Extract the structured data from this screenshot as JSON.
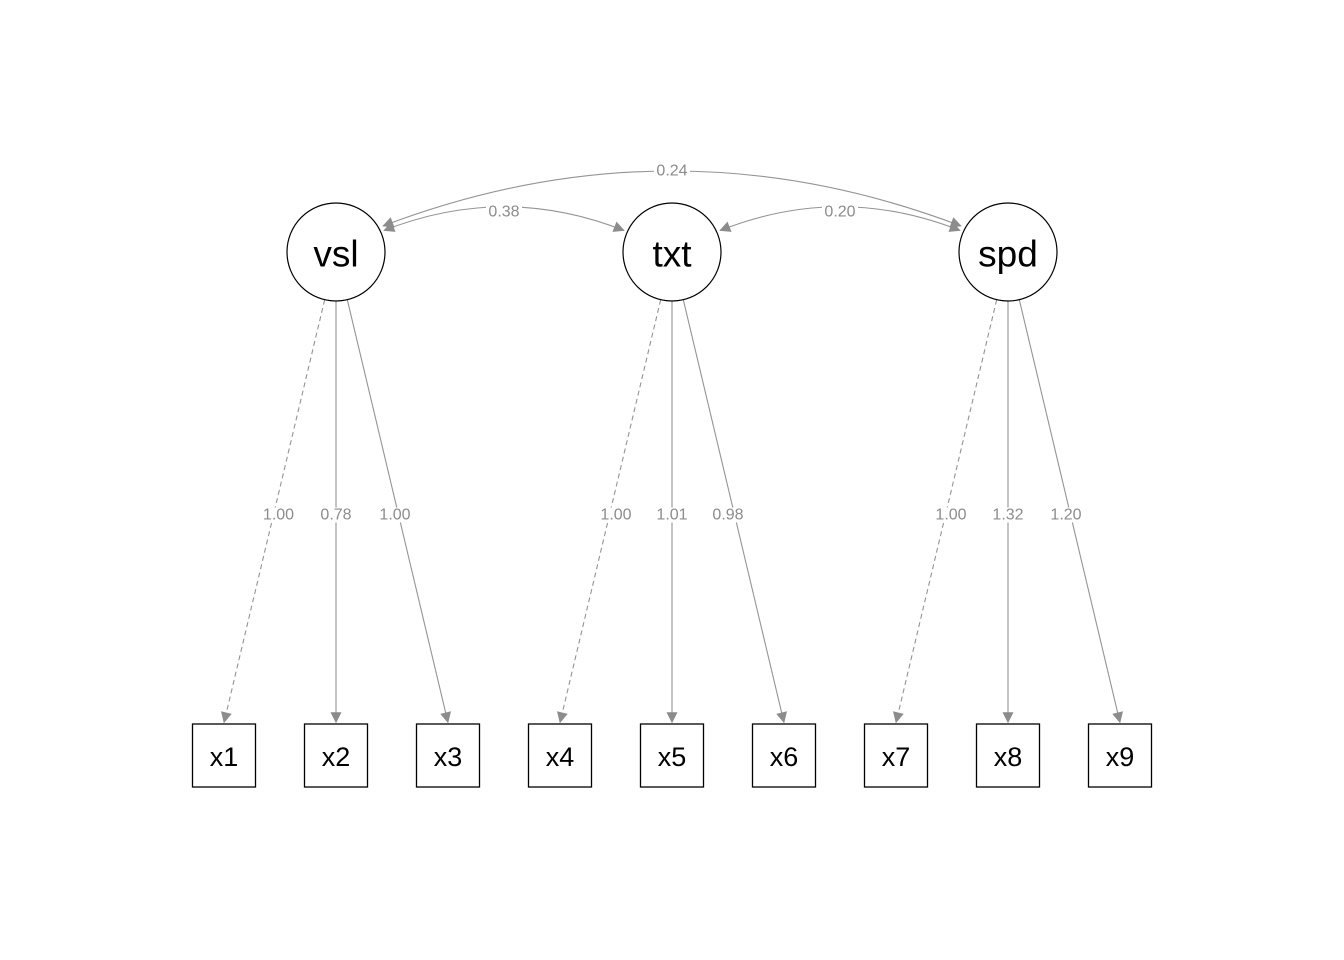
{
  "model": {
    "factors": [
      {
        "label": "vsl"
      },
      {
        "label": "txt"
      },
      {
        "label": "spd"
      }
    ],
    "indicators": [
      {
        "label": "x1",
        "loading": "1.00",
        "factor": "vsl",
        "edge_style": "dashed"
      },
      {
        "label": "x2",
        "loading": "0.78",
        "factor": "vsl",
        "edge_style": "solid"
      },
      {
        "label": "x3",
        "loading": "1.00",
        "factor": "vsl",
        "edge_style": "solid"
      },
      {
        "label": "x4",
        "loading": "1.00",
        "factor": "txt",
        "edge_style": "dashed"
      },
      {
        "label": "x5",
        "loading": "1.01",
        "factor": "txt",
        "edge_style": "solid"
      },
      {
        "label": "x6",
        "loading": "0.98",
        "factor": "txt",
        "edge_style": "solid"
      },
      {
        "label": "x7",
        "loading": "1.00",
        "factor": "spd",
        "edge_style": "dashed"
      },
      {
        "label": "x8",
        "loading": "1.32",
        "factor": "spd",
        "edge_style": "solid"
      },
      {
        "label": "x9",
        "loading": "1.20",
        "factor": "spd",
        "edge_style": "solid"
      }
    ],
    "covariances": [
      {
        "between": "vsl-txt",
        "value": "0.38"
      },
      {
        "between": "txt-spd",
        "value": "0.20"
      },
      {
        "between": "vsl-spd",
        "value": "0.24"
      }
    ],
    "colors": {
      "edge": "#949494",
      "arrowhead": "#8c8c8c",
      "edge_label": "#8c8c8c",
      "node_border": "#000000",
      "node_fill": "#ffffff",
      "node_text": "#000000",
      "background": "#ffffff"
    }
  }
}
